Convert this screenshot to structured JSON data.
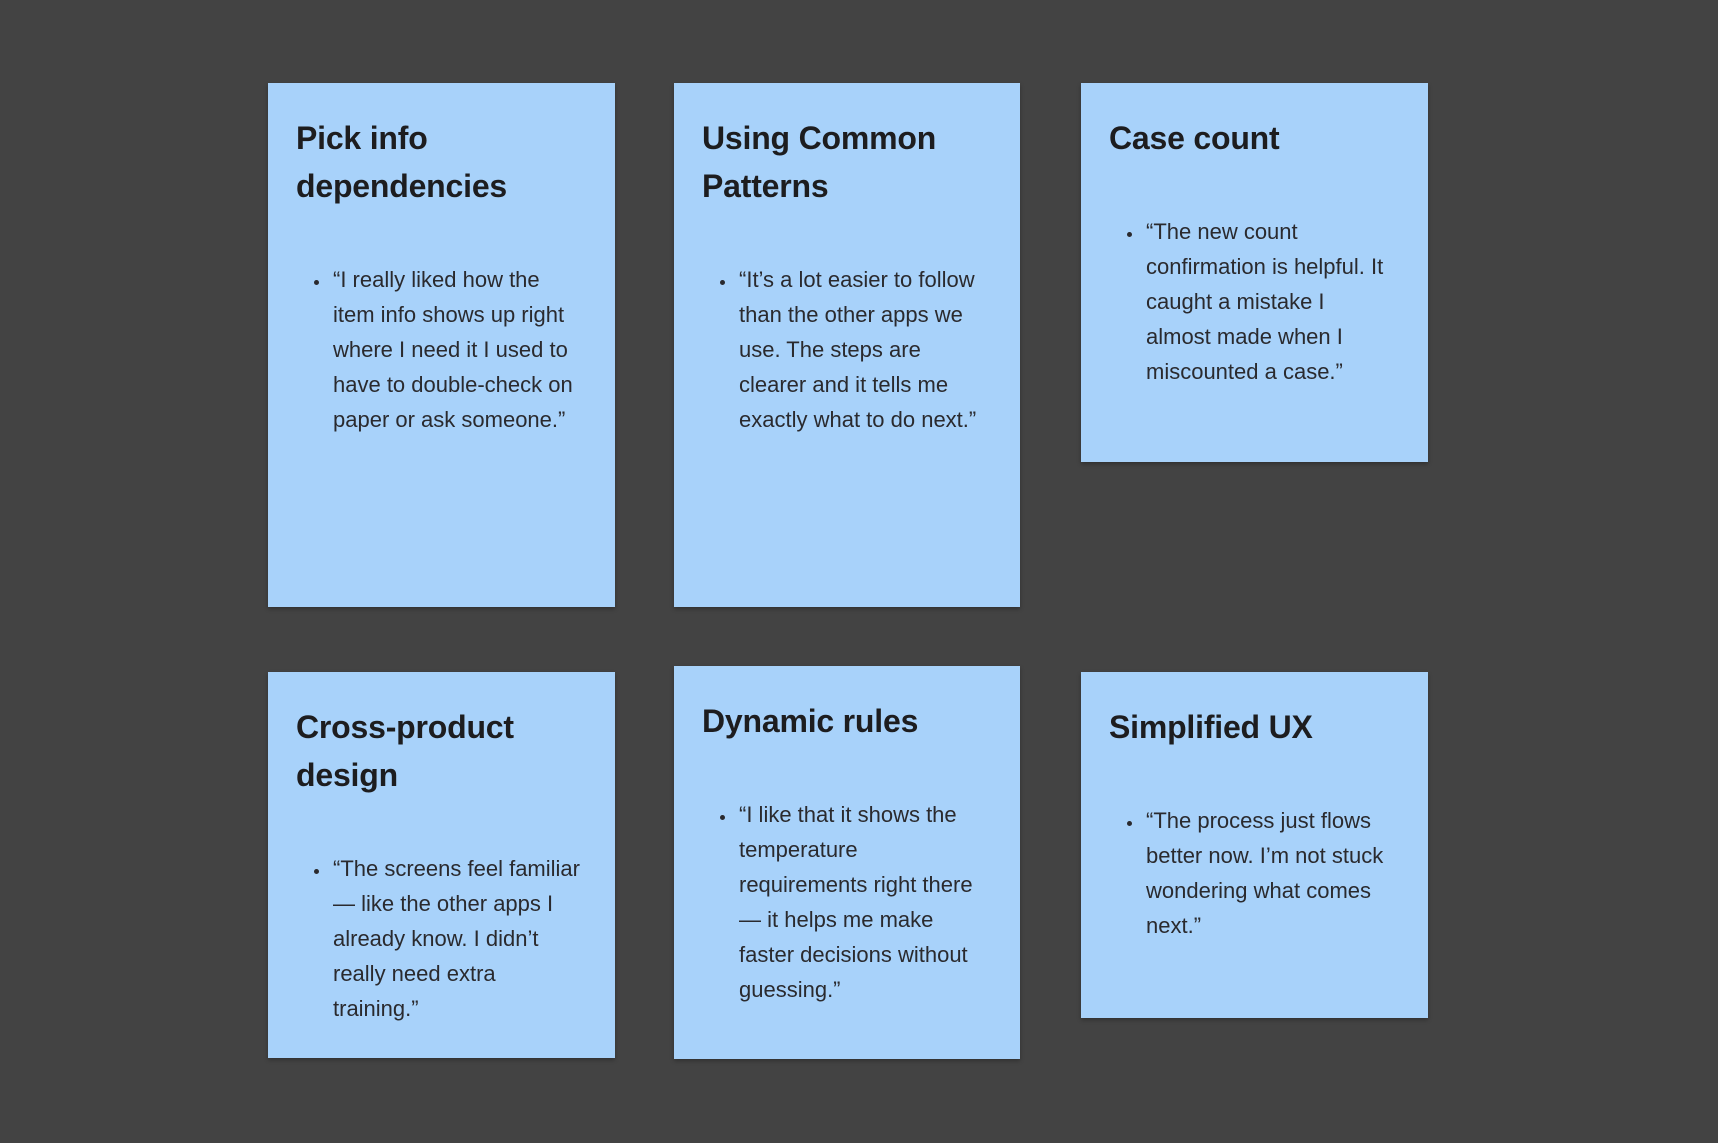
{
  "canvas": {
    "background_color": "#434343",
    "note_color": "#a8d2fa",
    "title_color": "#1d1d1f",
    "body_color": "#2a2a2e"
  },
  "cards": [
    {
      "title": "Pick info dependencies",
      "quote": "“I really liked how the item info shows up right where I need it I used to have to double-check on paper or ask someone.”"
    },
    {
      "title": "Using Common Patterns",
      "quote": "“It’s a lot easier to follow than the other apps we use. The steps are clearer and it tells me exactly what to do next.”"
    },
    {
      "title": "Case count",
      "quote": "“The new count confirmation is helpful. It caught a mistake I almost made when I miscounted a case.”"
    },
    {
      "title": "Cross-product design",
      "quote": "“The screens feel familiar — like the other apps I already know. I didn’t really need extra training.”"
    },
    {
      "title": "Dynamic rules",
      "quote": "“I like that it shows the temperature requirements right there — it helps me make faster decisions without guessing.”"
    },
    {
      "title": "Simplified UX",
      "quote": "“The process just flows better now. I’m not stuck wondering what comes next.”"
    }
  ]
}
